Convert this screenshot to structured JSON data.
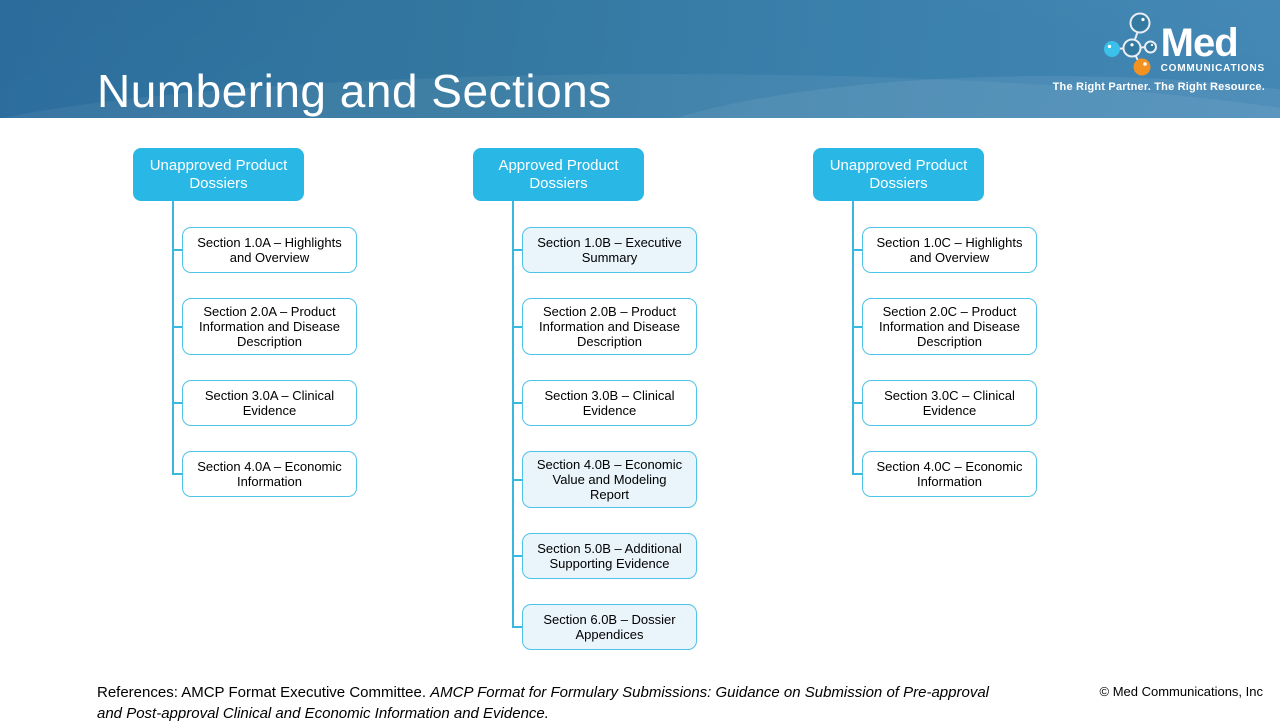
{
  "slide": {
    "title": "Numbering and Sections",
    "footer": {
      "references_plain": "References: AMCP Format Executive Committee. ",
      "references_italic": "AMCP Format for Formulary Submissions: Guidance on Submission of Pre-approval and Post-approval Clinical and Economic Information and Evidence.",
      "copyright": "© Med Communications, Inc"
    }
  },
  "logo": {
    "brand": "Med",
    "brand_sub": "COMMUNICATIONS",
    "tagline": "The Right Partner. The Right Resource.",
    "colors": {
      "cyan_atom": "#3bc0ea",
      "orange_atom": "#f39221",
      "stroke": "#e8eef4"
    }
  },
  "colors": {
    "band_dark": "#2d6fa1",
    "band_light": "#4387b5",
    "parent_fill": "#29b8e6",
    "child_border": "#4fc3e8",
    "connector": "#3ab7de",
    "highlight_fill": "#e9f4fb"
  },
  "columns": [
    {
      "header": "Unapproved Product Dossiers",
      "children": [
        {
          "label": "Section 1.0A – Highlights and Overview",
          "highlight": false
        },
        {
          "label": "Section 2.0A – Product Information  and Disease Description",
          "highlight": false
        },
        {
          "label": "Section 3.0A – Clinical Evidence",
          "highlight": false
        },
        {
          "label": "Section 4.0A – Economic Information",
          "highlight": false
        }
      ]
    },
    {
      "header": "Approved Product Dossiers",
      "children": [
        {
          "label": "Section 1.0B – Executive Summary",
          "highlight": true
        },
        {
          "label": "Section 2.0B – Product Information  and Disease Description",
          "highlight": false
        },
        {
          "label": "Section 3.0B – Clinical Evidence",
          "highlight": false
        },
        {
          "label": "Section 4.0B – Economic Value and Modeling Report",
          "highlight": true
        },
        {
          "label": "Section 5.0B – Additional Supporting Evidence",
          "highlight": true
        },
        {
          "label": "Section 6.0B – Dossier Appendices",
          "highlight": true
        }
      ]
    },
    {
      "header": "Unapproved Product Dossiers",
      "children": [
        {
          "label": "Section 1.0C – Highlights and Overview",
          "highlight": false
        },
        {
          "label": "Section 2.0C – Product Information  and Disease Description",
          "highlight": false
        },
        {
          "label": "Section 3.0C – Clinical Evidence",
          "highlight": false
        },
        {
          "label": "Section 4.0C – Economic Information",
          "highlight": false
        }
      ]
    }
  ]
}
